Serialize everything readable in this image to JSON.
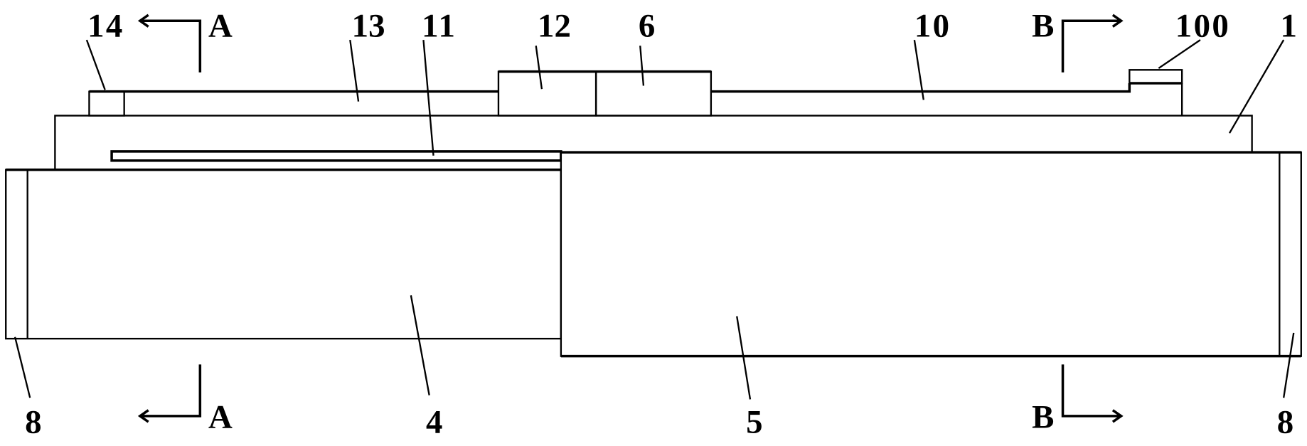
{
  "figure": {
    "labels": {
      "l14": "14",
      "l13": "13",
      "l11": "11",
      "l12": "12",
      "l6": "6",
      "l10": "10",
      "l100": "100",
      "l1": "1",
      "l8_left": "8",
      "l4": "4",
      "l5": "5",
      "l8_right": "8"
    },
    "sections": {
      "a_top": "A",
      "a_bottom": "A",
      "b_top": "B",
      "b_bottom": "B"
    }
  }
}
